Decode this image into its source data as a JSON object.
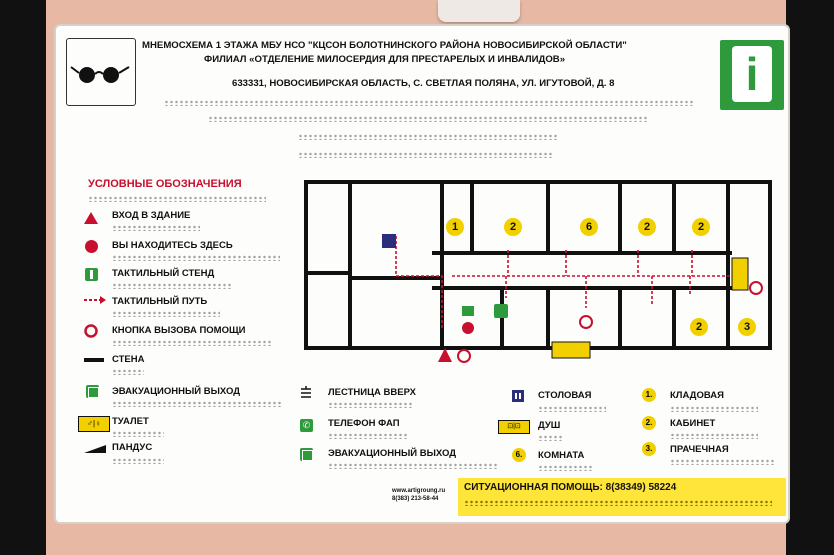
{
  "header": {
    "line1": "МНЕМОСХЕМА 1 ЭТАЖА МБУ НСО \"КЦСОН БОЛОТНИНСКОГО РАЙОНА НОВОСИБИРСКОЙ ОБЛАСТИ\"",
    "line2": "ФИЛИАЛ «ОТДЕЛЕНИЕ МИЛОСЕРДИЯ ДЛЯ ПРЕСТАРЕЛЫХ И ИНВАЛИДОВ»",
    "line3": "633331, НОВОСИБИРСКАЯ ОБЛАСТЬ, С. СВЕТЛАЯ ПОЛЯНА, УЛ. ИГУТОВОЙ, Д. 8",
    "info_letter": "i"
  },
  "legend": {
    "title": "УСЛОВНЫЕ ОБОЗНАЧЕНИЯ",
    "items": [
      "ВХОД В ЗДАНИЕ",
      "ВЫ НАХОДИТЕСЬ ЗДЕСЬ",
      "ТАКТИЛЬНЫЙ СТЕНД",
      "ТАКТИЛЬНЫЙ ПУТЬ",
      "КНОПКА ВЫЗОВА ПОМОЩИ",
      "СТЕНА",
      "ЭВАКУАЦИОННЫЙ ВЫХОД",
      "ТУАЛЕТ",
      "ПАНДУС"
    ],
    "col2": [
      "ЛЕСТНИЦА ВВЕРХ",
      "ТЕЛЕФОН ФАП",
      "ЭВАКУАЦИОННЫЙ ВЫХОД"
    ],
    "col3": [
      "СТОЛОВАЯ",
      "ДУШ",
      "КОМНАТА"
    ],
    "col3_num": "6.",
    "col4": [
      "КЛАДОВАЯ",
      "КАБИНЕТ",
      "ПРАЧЕЧНАЯ"
    ],
    "col4_nums": [
      "1.",
      "2.",
      "3."
    ]
  },
  "plan": {
    "room_numbers": [
      "1",
      "2",
      "6",
      "2",
      "2",
      "2",
      "3"
    ]
  },
  "footer": {
    "site": "www.artigroung.ru",
    "phone": "8(383) 213-58-44",
    "help": "СИТУАЦИОННАЯ ПОМОЩЬ: 8(38349) 58224"
  },
  "colors": {
    "accent_red": "#c8102e",
    "accent_green": "#2f9a3c",
    "accent_yellow": "#ffe53a"
  }
}
